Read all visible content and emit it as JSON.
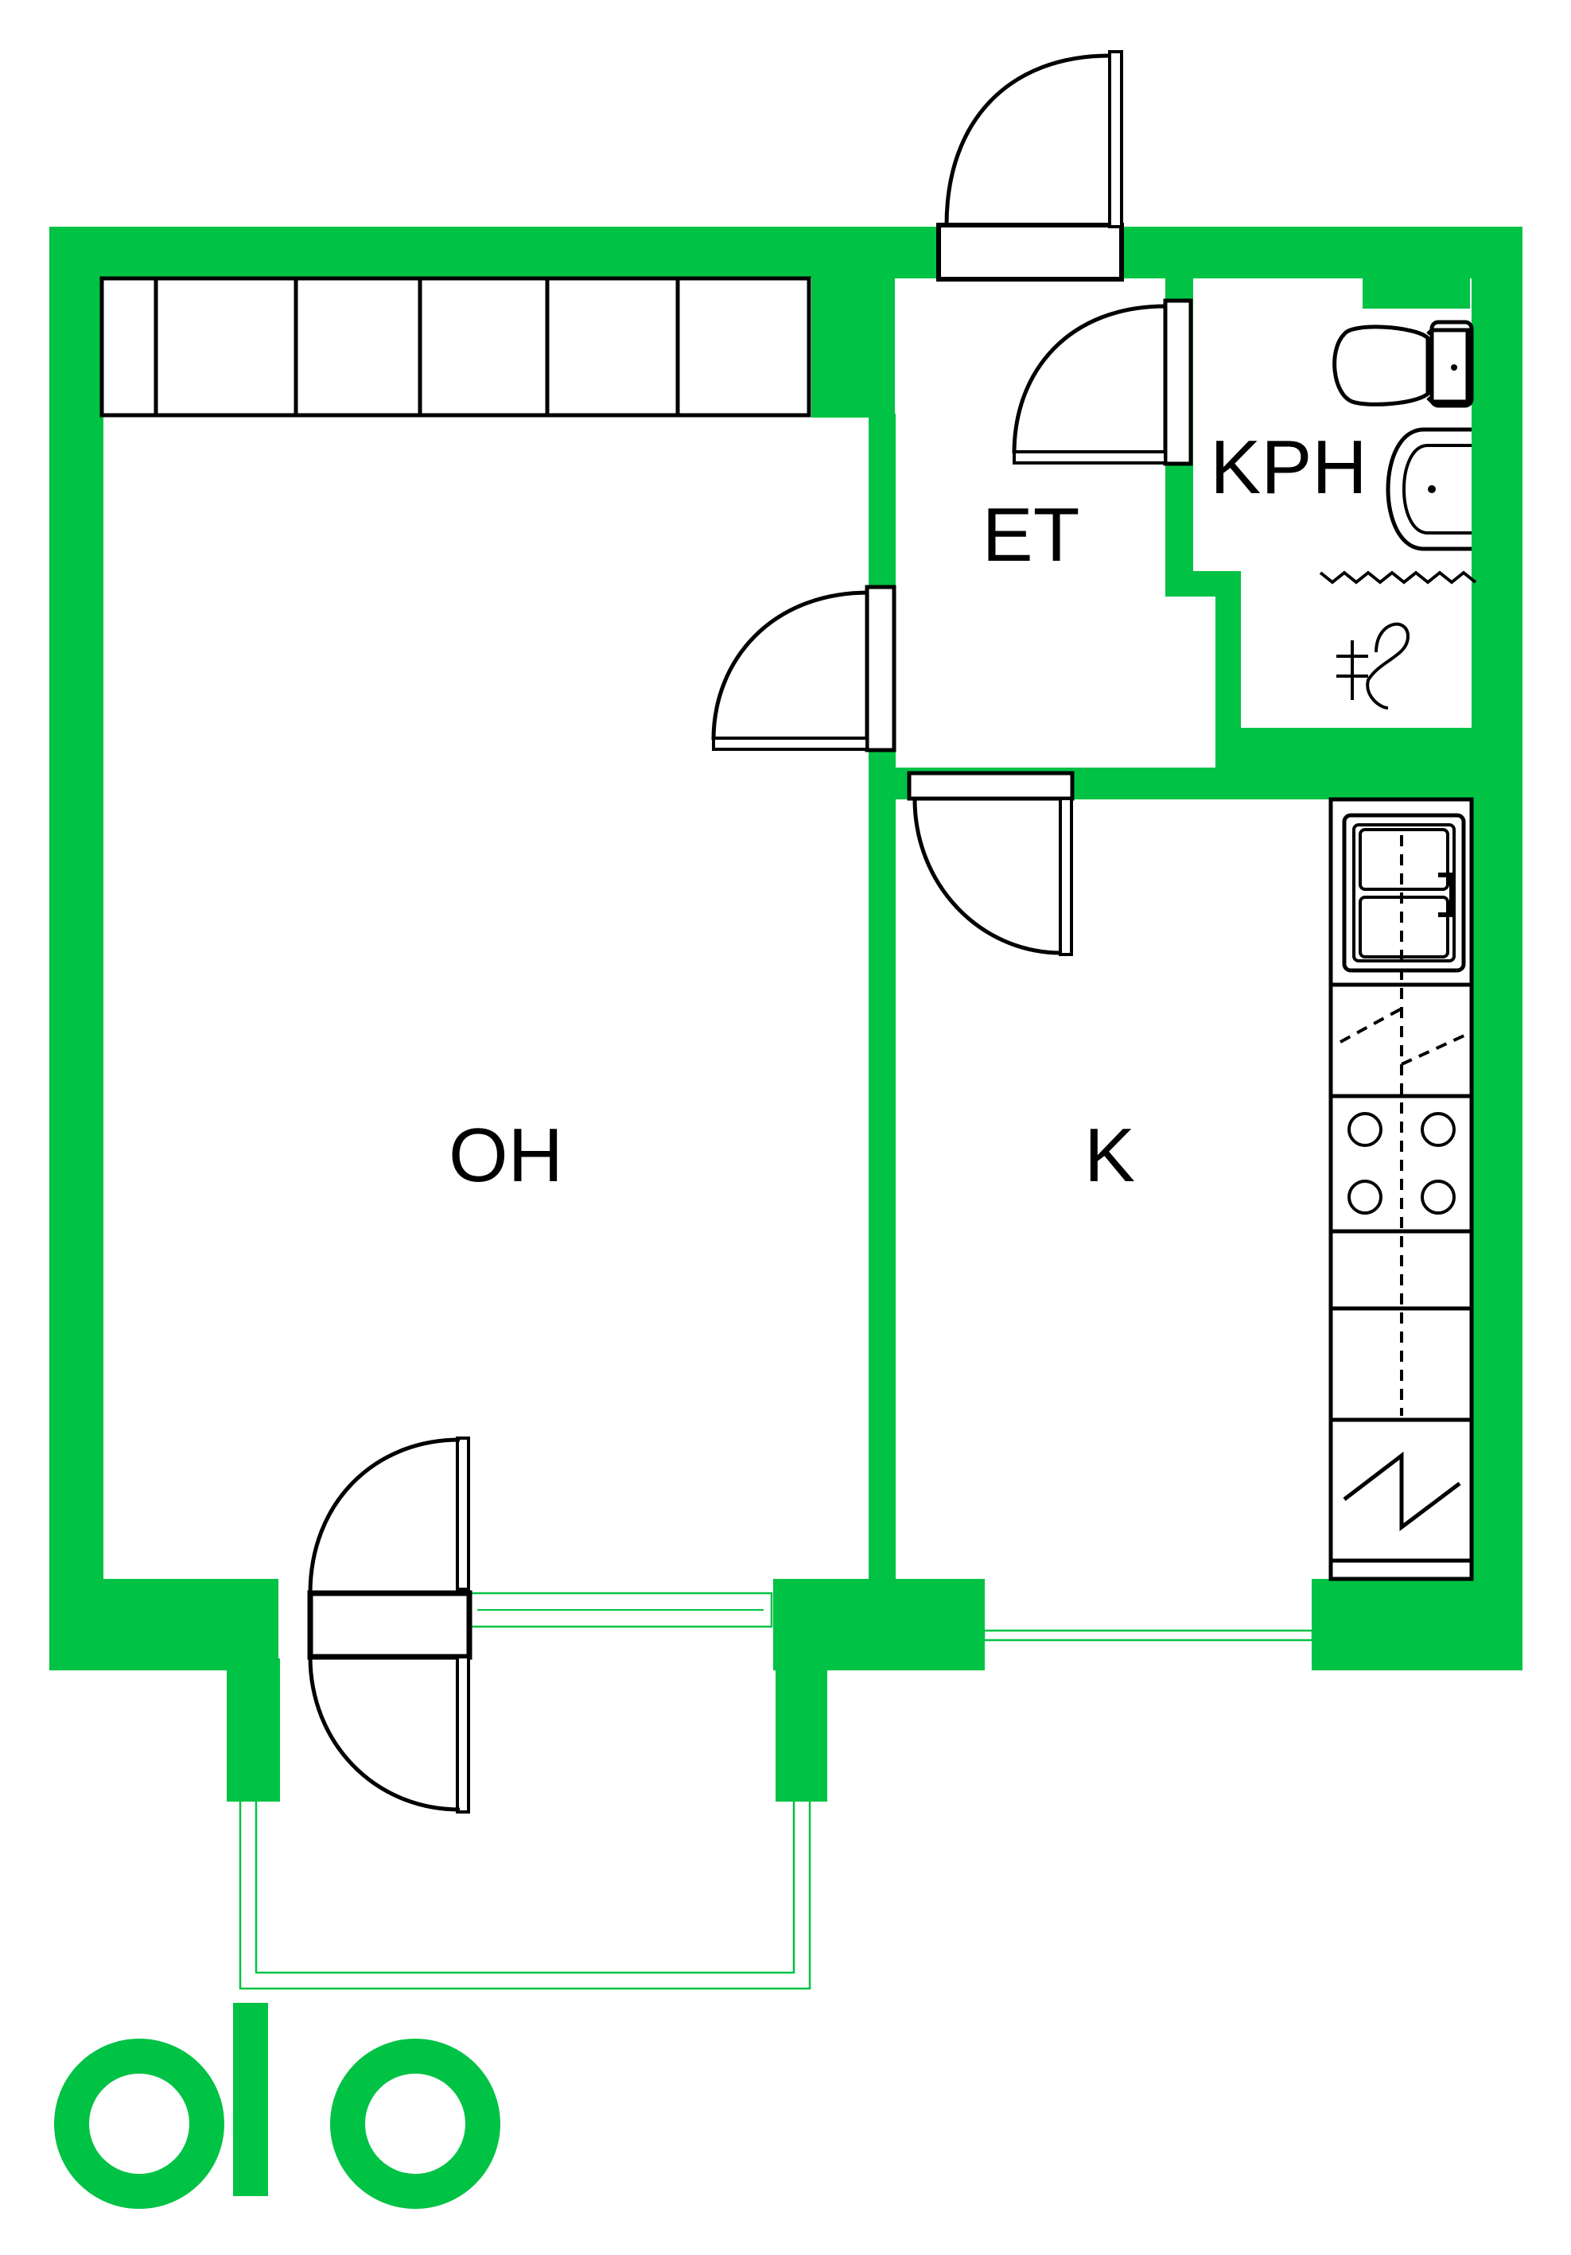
{
  "plan": {
    "rooms": [
      {
        "id": "oh",
        "label": "OH"
      },
      {
        "id": "k",
        "label": "K"
      },
      {
        "id": "et",
        "label": "ET"
      },
      {
        "id": "kph",
        "label": "KPH"
      }
    ],
    "colors": {
      "wall": "#00c244",
      "line": "#000000",
      "background": "#ffffff"
    },
    "logo": "olo"
  }
}
